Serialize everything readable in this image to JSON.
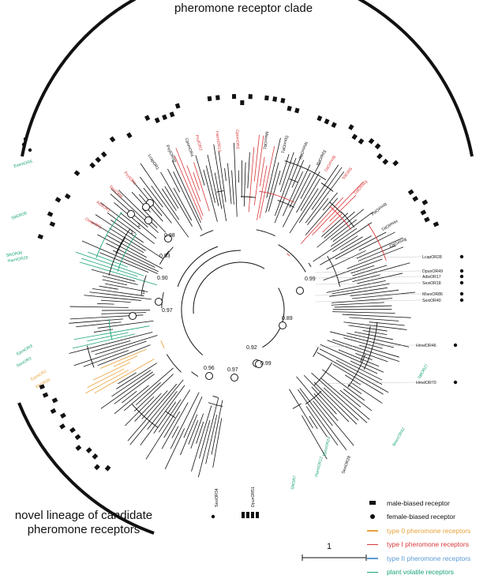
{
  "titles": {
    "top": "pheromone receptor clade",
    "bottom_line1": "novel lineage of candidate",
    "bottom_line2": "pheromone receptors"
  },
  "legend": {
    "items": [
      {
        "label": "male-biased receptor",
        "symbol": "square",
        "color": "#111111"
      },
      {
        "label": "female-biased receptor",
        "symbol": "circle",
        "color": "#111111"
      },
      {
        "label": "type 0 pheromone receptors",
        "symbol": "line",
        "color": "#e8a33c"
      },
      {
        "label": "type I pheromone receptors",
        "symbol": "line",
        "color": "#d9383a"
      },
      {
        "label": "type II pheromone receptors",
        "symbol": "line",
        "color": "#5b9bd5"
      },
      {
        "label": "plant volatile receptors",
        "symbol": "line",
        "color": "#1aa37a"
      }
    ]
  },
  "scale_bar": {
    "label": "1"
  },
  "support_values": [
    "0.98",
    "0.93",
    "0.90",
    "0.97",
    "1",
    "1",
    "1",
    "0.99",
    "0.89",
    "0.96",
    "0.97",
    "0.92",
    "0.99"
  ],
  "labels_right": [
    "LcapOR28",
    "DpunOR49",
    "AdisOR17",
    "SexiOR18",
    "MsexOR86",
    "SexiOR40",
    "HmelOR46",
    "HmelOR70"
  ],
  "labels_green": [
    "SlitOR35",
    "SlitOR36",
    "HarmOR25",
    "EposOR3",
    "SexiOR3",
    "SlitOR27",
    "BmorOR42",
    "EposOR24",
    "HarmOR12",
    "SlitOR7",
    "EsemOR5"
  ],
  "labels_orange": [
    "EposOR1",
    "SlitOR26"
  ],
  "labels_bottom": [
    "SexiOR34",
    "DpunOR51",
    "SexiOR28"
  ],
  "labels_red_top": [
    "OsepOR1",
    "PxylOR2",
    "BmorOR1",
    "AdisOR1",
    "HarmOR13",
    "SlitOR6",
    "SexiOR6",
    "CpomOR3",
    "EposOR1",
    "PxylOR1"
  ],
  "labels_black_top": [
    "MsexOR1",
    "BmorOR4",
    "LcapOR1",
    "DpunOR1",
    "HmelOR1",
    "PxylOR50",
    "MsexOR2",
    "BmorOR3",
    "CpomOR4",
    "EpipOR8"
  ],
  "colors": {
    "red": "#d9383a",
    "green": "#1aa37a",
    "blue": "#5b9bd5",
    "orange": "#e8a33c",
    "black": "#111111",
    "dotted": "#888888"
  }
}
